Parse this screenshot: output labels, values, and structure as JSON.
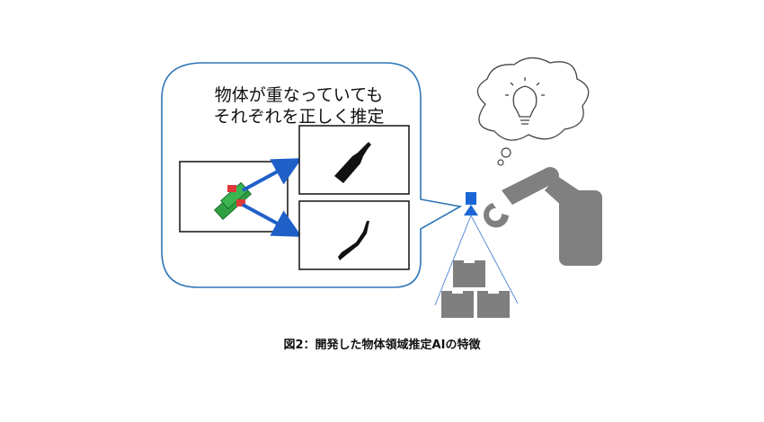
{
  "bubble": {
    "line1": "物体が重なっていても",
    "line2": "それぞれを正しく推定"
  },
  "caption": "図2：開発した物体領域推定AIの特徴",
  "colors": {
    "bubble_stroke": "#2e75b6",
    "arrow": "#1f5fc8",
    "camera": "#1a66d6",
    "robot": "#808080",
    "box": "#7f7f7f",
    "object_green": "#2ea043",
    "object_red": "#e03a3a",
    "object_black": "#111111"
  },
  "icons": [
    "lightbulb-icon",
    "robot-arm-icon",
    "camera-icon",
    "box-icon",
    "bottle-icon",
    "bent-rod-icon"
  ]
}
